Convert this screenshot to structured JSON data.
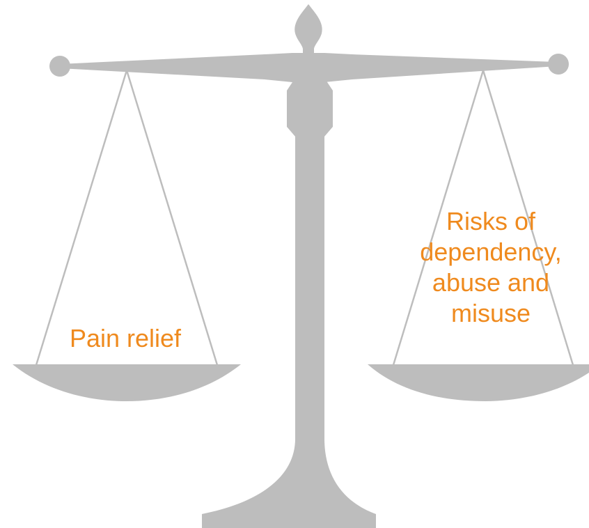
{
  "colors": {
    "scale_gray": "#bdbdbd",
    "label_orange": "#ef8a1e",
    "background": "#ffffff"
  },
  "left_pan": {
    "label": "Pain relief"
  },
  "right_pan": {
    "label_lines": [
      "Risks of",
      "dependency,",
      "abuse and",
      "misuse"
    ]
  }
}
